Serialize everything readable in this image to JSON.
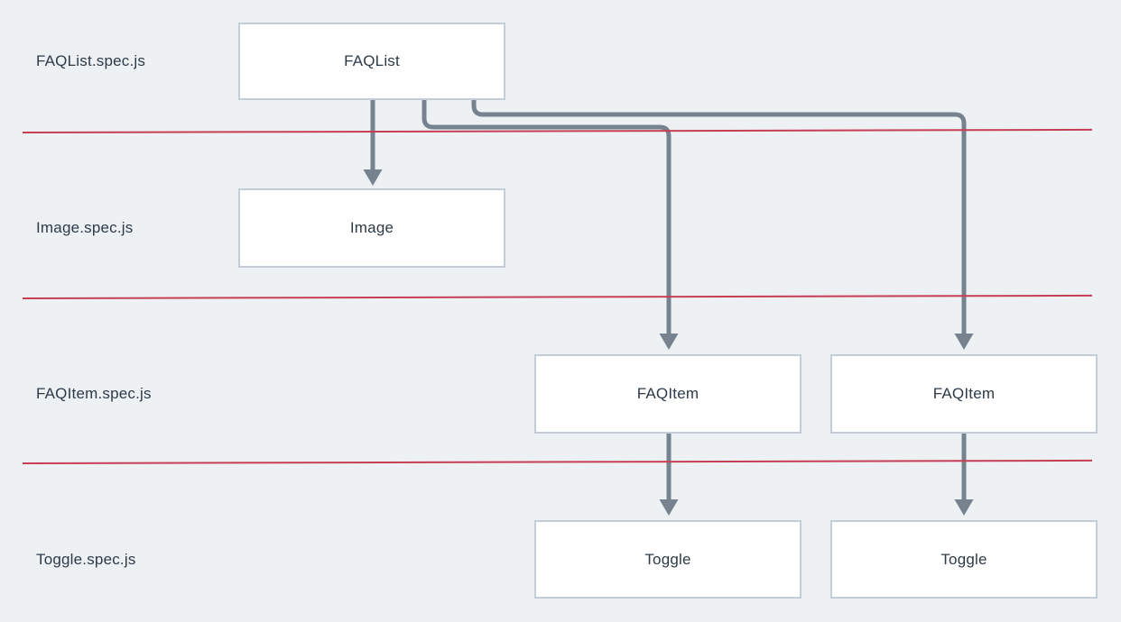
{
  "diagram": {
    "type": "component-test-hierarchy",
    "rows": [
      {
        "file": "FAQList.spec.js",
        "components": [
          "FAQList"
        ]
      },
      {
        "file": "Image.spec.js",
        "components": [
          "Image"
        ]
      },
      {
        "file": "FAQItem.spec.js",
        "components": [
          "FAQItem",
          "FAQItem"
        ]
      },
      {
        "file": "Toggle.spec.js",
        "components": [
          "Toggle",
          "Toggle"
        ]
      }
    ],
    "edges": [
      {
        "from": "FAQList",
        "to": "Image"
      },
      {
        "from": "FAQList",
        "to": "FAQItem (left)"
      },
      {
        "from": "FAQList",
        "to": "FAQItem (right)"
      },
      {
        "from": "FAQItem (left)",
        "to": "Toggle (left)"
      },
      {
        "from": "FAQItem (right)",
        "to": "Toggle (right)"
      }
    ],
    "colors": {
      "background": "#edf1f4",
      "box_fill": "#ffffff",
      "box_border": "#c3cdd7",
      "text": "#2d3a48",
      "arrow": "#76828e",
      "separator_line": "#c73e54"
    }
  }
}
